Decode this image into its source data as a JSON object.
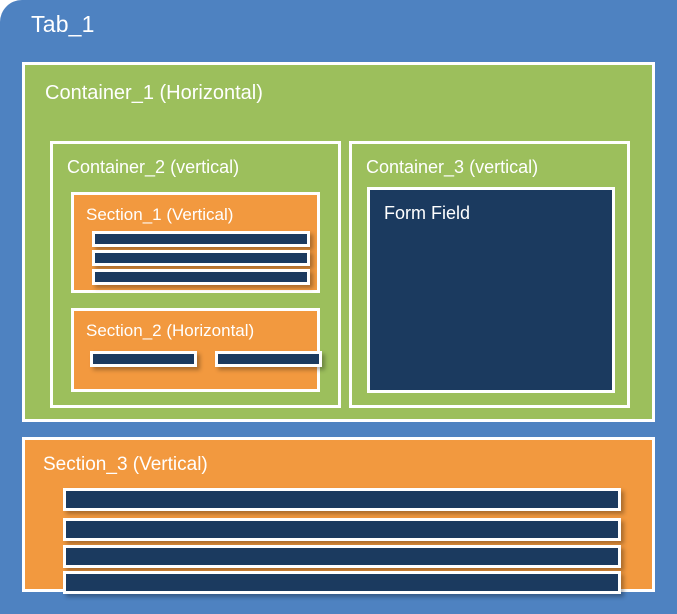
{
  "tab": {
    "title": "Tab_1",
    "frame_color": "#4e82c1",
    "corner_radius": "22px"
  },
  "colors": {
    "blue_tab": "#4e82c1",
    "green_container": "#9cbf5c",
    "orange_section": "#f2993f",
    "navy_field": "#1b3a5f",
    "border_white": "#ffffff"
  },
  "container_1": {
    "label": "Container_1  (Horizontal)",
    "orientation": "Horizontal",
    "container_2": {
      "label": "Container_2 (vertical)",
      "orientation": "vertical",
      "section_1": {
        "label": "Section_1 (Vertical)",
        "orientation": "Vertical",
        "fields": [
          {
            "name": "field-1"
          },
          {
            "name": "field-2"
          },
          {
            "name": "field-3"
          }
        ]
      },
      "section_2": {
        "label": "Section_2 (Horizontal)",
        "orientation": "Horizontal",
        "fields": [
          {
            "name": "field-1"
          },
          {
            "name": "field-2"
          }
        ]
      }
    },
    "container_3": {
      "label": "Container_3 (vertical)",
      "orientation": "vertical",
      "form_field": {
        "label": "Form Field"
      }
    }
  },
  "section_3": {
    "label": "Section_3 (Vertical)",
    "orientation": "Vertical",
    "fields": [
      {
        "name": "field-1"
      },
      {
        "name": "field-2"
      },
      {
        "name": "field-3"
      },
      {
        "name": "field-4"
      }
    ]
  }
}
